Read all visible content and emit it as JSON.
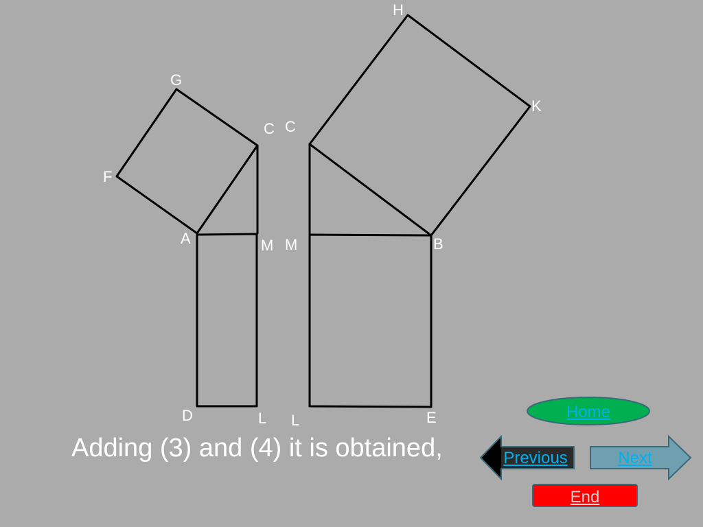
{
  "points": {
    "A": "A",
    "C_left": "C",
    "F": "F",
    "G": "G",
    "M_left": "M",
    "D": "D",
    "L_left": "L",
    "C_right": "C",
    "H": "H",
    "K": "K",
    "B": "B",
    "M_right": "M",
    "L_right": "L",
    "E": "E"
  },
  "caption": "Adding (3) and (4) it is obtained,",
  "nav": {
    "home": "Home",
    "previous": "Previous",
    "next": "Next",
    "end": "End"
  },
  "colors": {
    "background": "#ababab",
    "line": "#000000",
    "label": "#ffffff",
    "home_fill": "#00b050",
    "link_text": "#00b0f0",
    "previous_fill": "#000000",
    "next_fill": "#6fa0b0",
    "end_fill": "#ff0000",
    "end_text": "#d0d0d0"
  }
}
